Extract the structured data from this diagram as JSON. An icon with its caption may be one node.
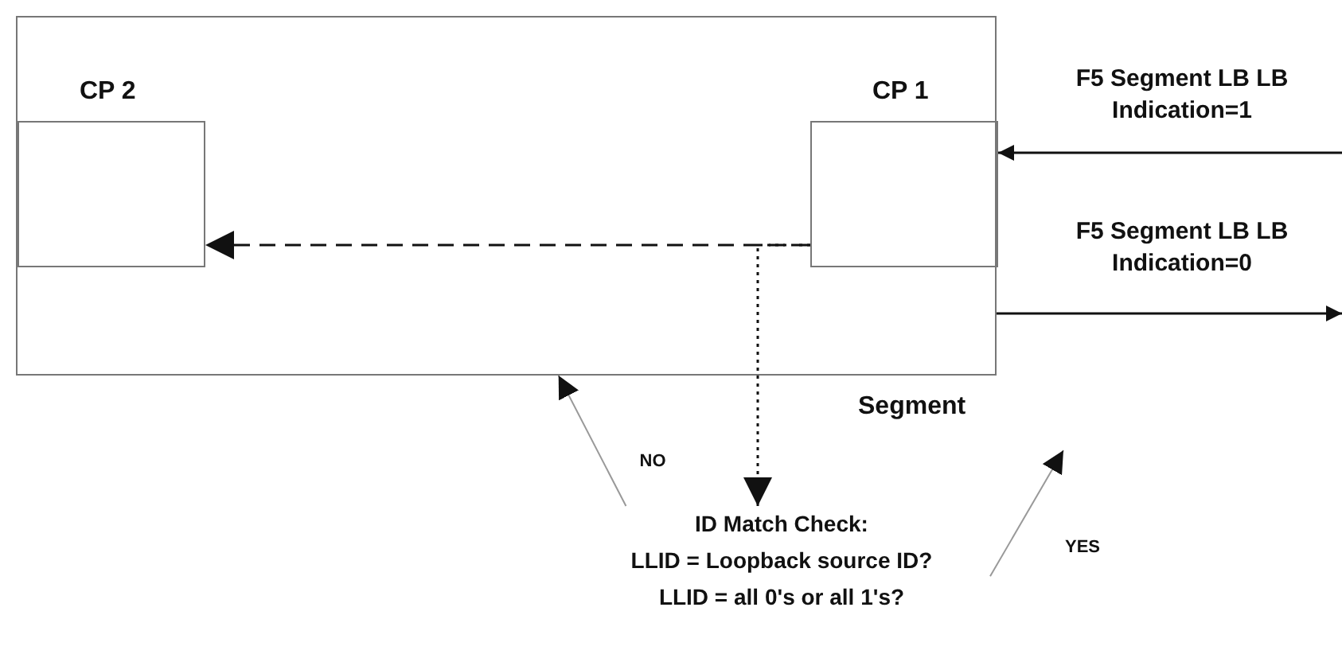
{
  "diagram": {
    "nodes": [
      {
        "text": [
          "Segment"
        ]
      },
      {
        "text": [
          "CP 2"
        ],
        "in": 0
      },
      {
        "text": [
          "CP 1"
        ],
        "in": 0
      },
      {
        "text": [
          "ID Match Check:",
          "LLID = Loopback source ID?",
          "LLID = all 0's or all 1's?"
        ]
      }
    ],
    "edges": [
      {
        "from": null,
        "to": 2,
        "arrow": "to",
        "label": "F5 Segment LB LB Indication=1"
      },
      {
        "from": 2,
        "to": 1,
        "arrow": "to",
        "style": "dashed"
      },
      {
        "from": 2,
        "to": 3,
        "arrow": "to",
        "style": "dashed"
      },
      {
        "from": 0,
        "to": null,
        "arrow": "to",
        "label": "F5 Segment LB LB Indication=0"
      },
      {
        "from": 3,
        "to": 0,
        "arrow": "to",
        "label": "NO",
        "color": "#999999"
      },
      {
        "from": 3,
        "to": null,
        "arrow": "to",
        "label": "YES",
        "color": "#999999"
      }
    ]
  }
}
